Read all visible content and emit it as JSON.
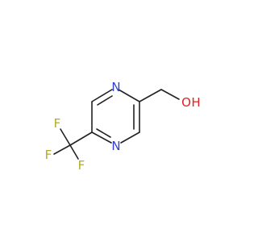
{
  "molecule": {
    "atoms": {
      "n1": {
        "symbol": "N",
        "color": "#2f3fd8"
      },
      "n4": {
        "symbol": "N",
        "color": "#2f3fd8"
      },
      "oxygen": {
        "symbol": "O",
        "color": "#e02020"
      },
      "hydroxyl_h": {
        "symbol": "H",
        "color": "#e02020"
      },
      "f1": {
        "symbol": "F",
        "color": "#b3ab24"
      },
      "f2": {
        "symbol": "F",
        "color": "#b3ab24"
      },
      "f3": {
        "symbol": "F",
        "color": "#b3ab24"
      }
    },
    "bond_color": "#222222",
    "background": "#ffffff"
  }
}
